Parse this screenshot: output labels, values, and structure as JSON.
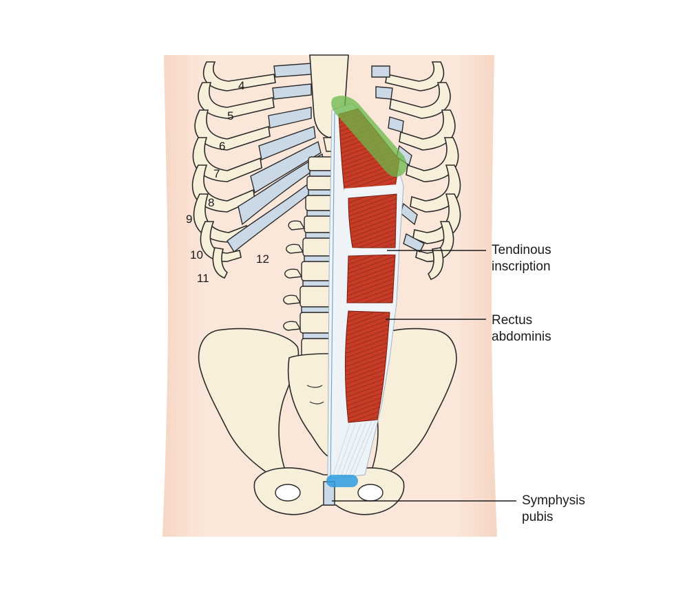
{
  "rib_numbers": [
    "4",
    "5",
    "6",
    "7",
    "8",
    "9",
    "10",
    "11",
    "12"
  ],
  "labels": {
    "tendinous": [
      "Tendinous",
      "inscription"
    ],
    "rectus": [
      "Rectus",
      "abdominis"
    ],
    "symphysis": [
      "Symphysis",
      "pubis"
    ]
  },
  "colors": {
    "skin": "#fbe6da",
    "bone": "#f7efd9",
    "bone_outline": "#2a2a2a",
    "cartilage": "#cbd8e6",
    "muscle": "#c63c26",
    "tendon": "#f2f6fa",
    "origin_highlight": "#6bb84a",
    "insertion_highlight": "#2f9be0"
  }
}
